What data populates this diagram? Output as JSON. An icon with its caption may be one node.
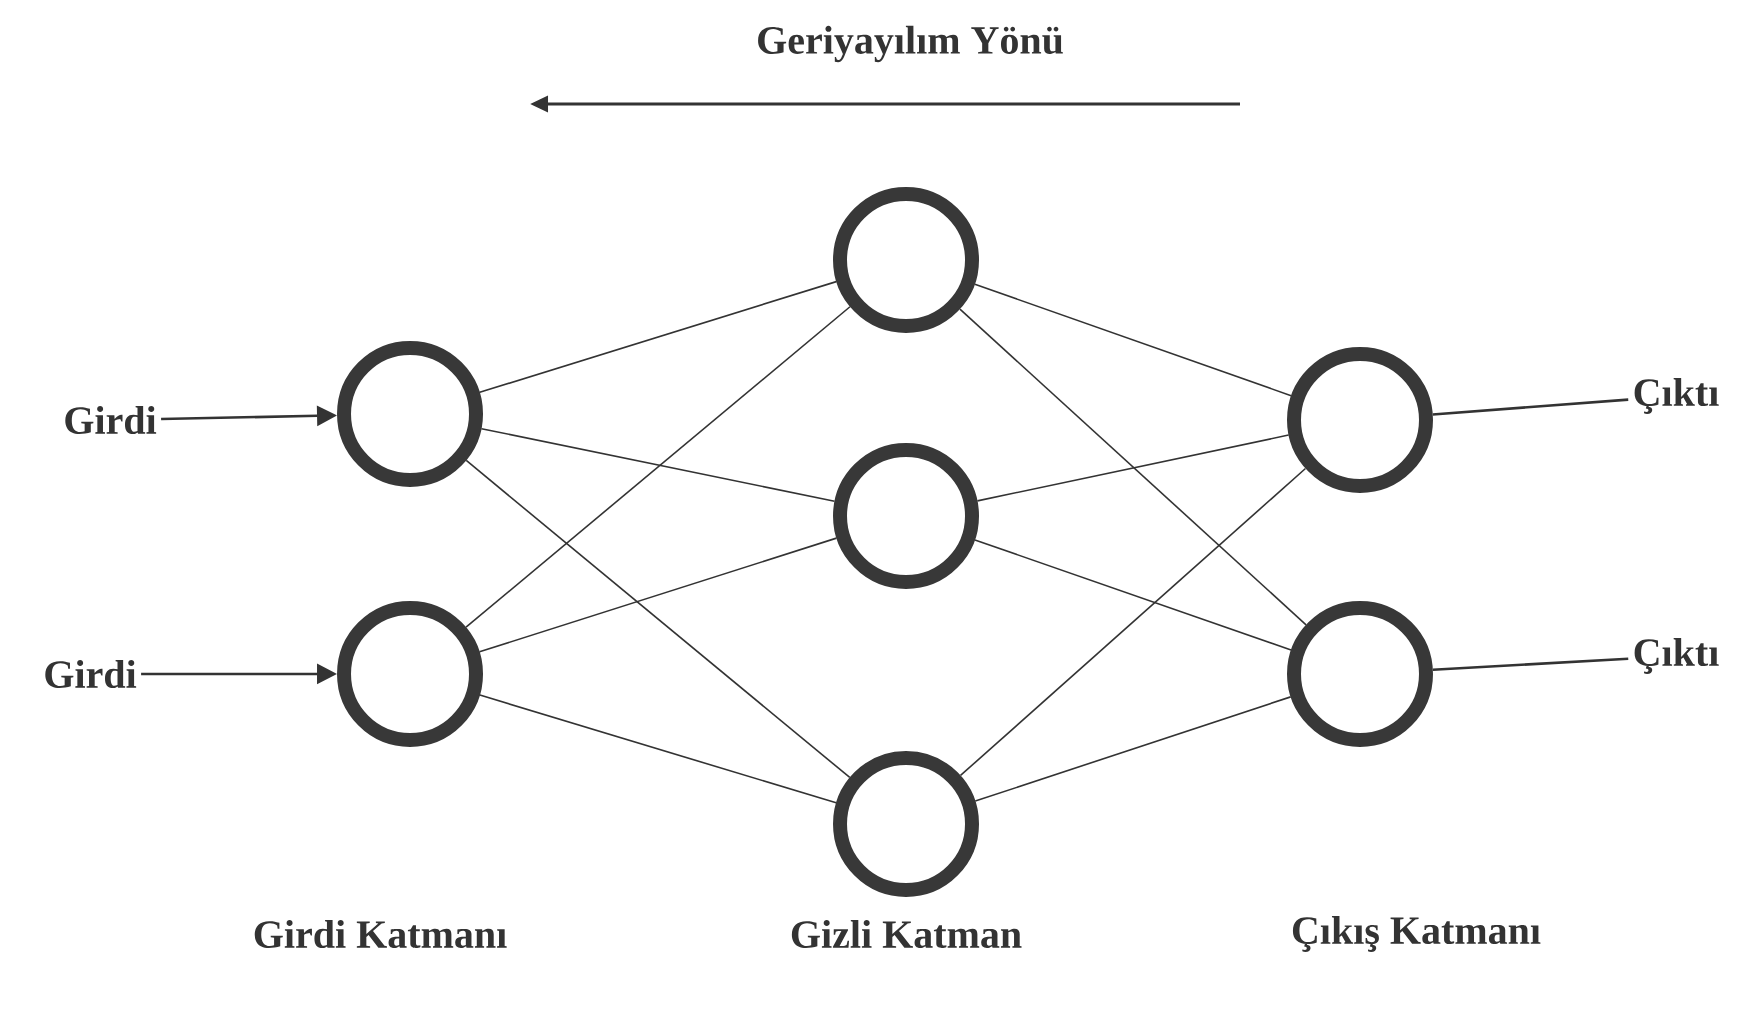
{
  "diagram": {
    "nodes": [
      {
        "text": [
          "Girdi"
        ]
      },
      {
        "text": [
          "Girdi"
        ]
      },
      {
        "text": [],
        "shape": "circle"
      },
      {
        "text": [],
        "shape": "circle"
      },
      {
        "text": [],
        "shape": "circle"
      },
      {
        "text": [],
        "shape": "circle"
      },
      {
        "text": [],
        "shape": "circle"
      },
      {
        "text": [],
        "shape": "circle"
      },
      {
        "text": [],
        "shape": "circle"
      },
      {
        "text": [
          "Çıktı"
        ]
      },
      {
        "text": [
          "Çıktı"
        ]
      }
    ],
    "edges": [
      {
        "from": 0,
        "to": 2,
        "arrow": "to"
      },
      {
        "from": 1,
        "to": 3,
        "arrow": "to"
      },
      {
        "from": 2,
        "to": 4,
        "arrow": "none"
      },
      {
        "from": 2,
        "to": 5,
        "arrow": "none"
      },
      {
        "from": 2,
        "to": 6,
        "arrow": "none"
      },
      {
        "from": 3,
        "to": 4,
        "arrow": "none"
      },
      {
        "from": 3,
        "to": 5,
        "arrow": "none"
      },
      {
        "from": 3,
        "to": 6,
        "arrow": "none"
      },
      {
        "from": 4,
        "to": 7,
        "arrow": "none"
      },
      {
        "from": 4,
        "to": 8,
        "arrow": "none"
      },
      {
        "from": 5,
        "to": 7,
        "arrow": "none"
      },
      {
        "from": 5,
        "to": 8,
        "arrow": "none"
      },
      {
        "from": 6,
        "to": 7,
        "arrow": "none"
      },
      {
        "from": 6,
        "to": 8,
        "arrow": "none"
      },
      {
        "from": 7,
        "to": 9,
        "arrow": "none"
      },
      {
        "from": 8,
        "to": 10,
        "arrow": "none"
      }
    ],
    "labels": [
      "Geriyayılım Yönü",
      "Girdi Katmanı",
      "Gizli Katman",
      "Çıkış Katmanı"
    ]
  }
}
